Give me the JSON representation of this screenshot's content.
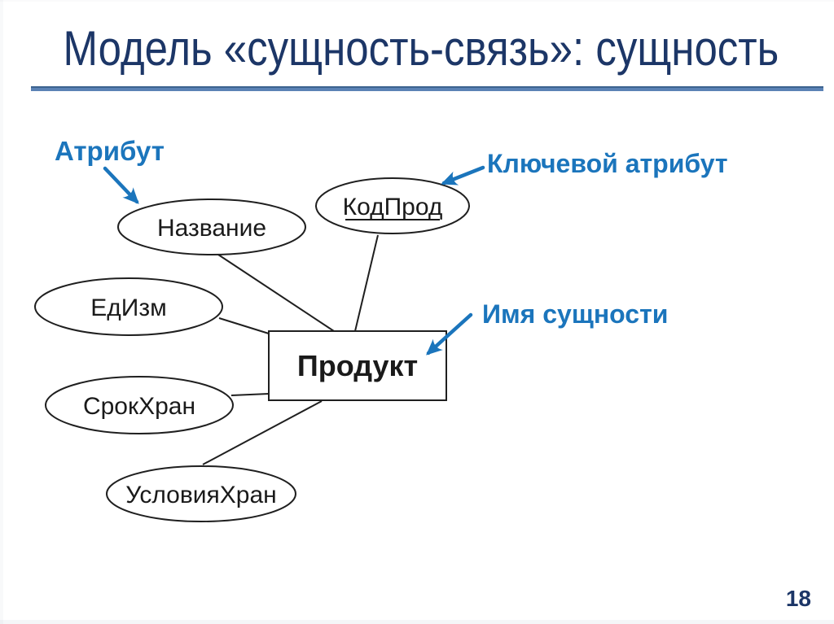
{
  "slide": {
    "title": "Модель «сущность-связь»: сущность",
    "page_number": "18"
  },
  "annotations": {
    "attribute_label": "Атрибут",
    "key_attribute_label": "Ключевой атрибут",
    "entity_name_label": "Имя сущности"
  },
  "diagram": {
    "entity_label": "Продукт",
    "attributes": [
      {
        "label": "Название",
        "is_key": false
      },
      {
        "label": "КодПрод",
        "is_key": true
      },
      {
        "label": "ЕдИзм",
        "is_key": false
      },
      {
        "label": "СрокХран",
        "is_key": false
      },
      {
        "label": "УсловияХран",
        "is_key": false
      }
    ]
  },
  "colors": {
    "title_text": "#1c3667",
    "annotation_blue": "#1b75bc",
    "divider_blue": "#5b82b5",
    "divider_edge": "#3c638f",
    "shape_stroke": "#1f1f1f",
    "shape_text": "#1a1a1a",
    "background": "#ffffff"
  }
}
